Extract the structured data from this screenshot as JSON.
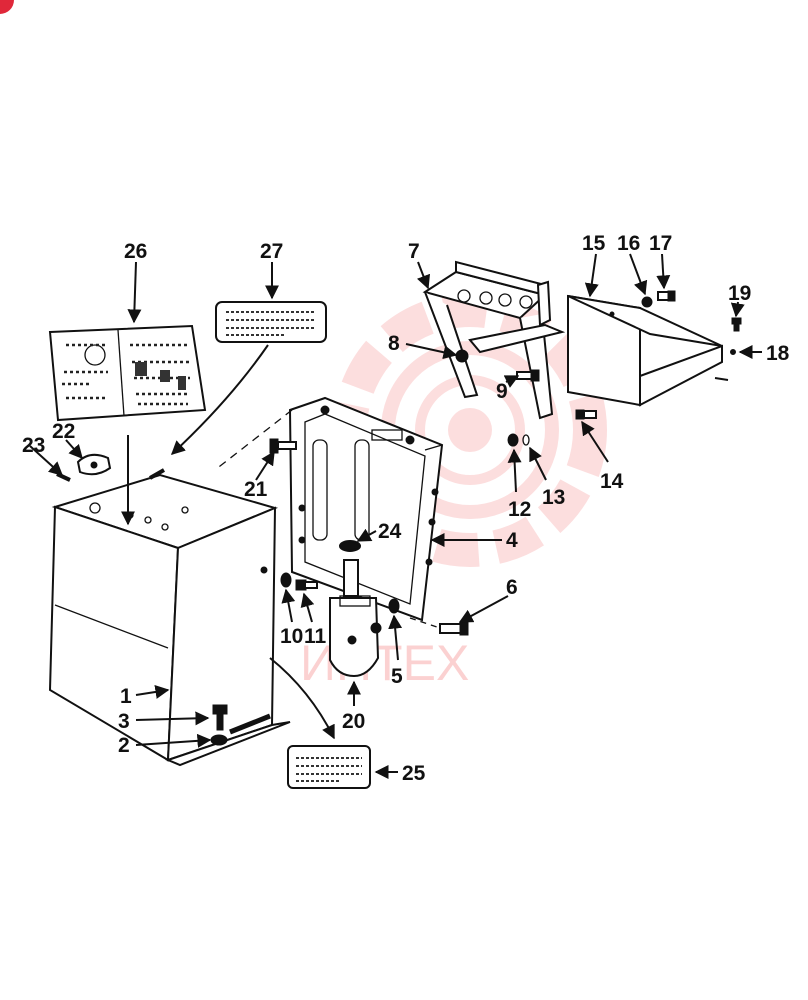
{
  "callouts": {
    "c1": "1",
    "c2": "2",
    "c3": "3",
    "c4": "4",
    "c5": "5",
    "c6": "6",
    "c7": "7",
    "c8": "8",
    "c9": "9",
    "c10": "10",
    "c11": "11",
    "c12": "12",
    "c13": "13",
    "c14": "14",
    "c15": "15",
    "c16": "16",
    "c17": "17",
    "c18": "18",
    "c19": "19",
    "c20": "20",
    "c21": "21",
    "c22": "22",
    "c23": "23",
    "c24": "24",
    "c25": "25",
    "c26": "26",
    "c27": "27"
  },
  "watermark": {
    "text": "ИНТЕХ",
    "color": "#f26b6b"
  },
  "colors": {
    "ink": "#111111",
    "watermark": "#f26b6b",
    "corner_badge": "#e0283a"
  }
}
